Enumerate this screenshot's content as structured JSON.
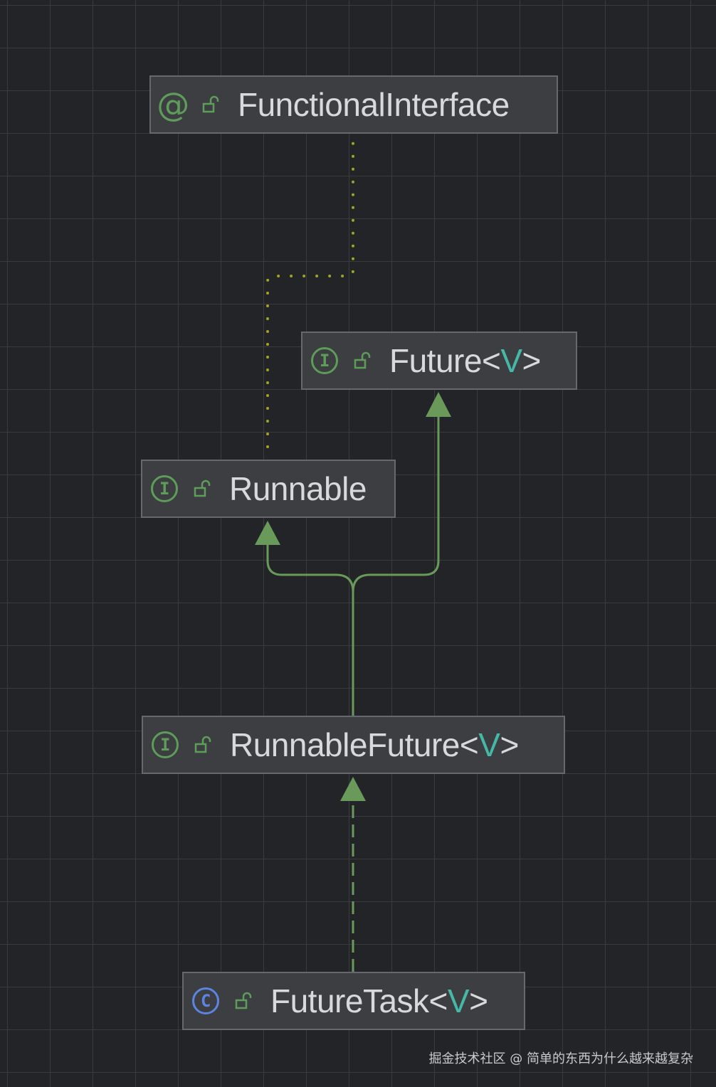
{
  "nodes": {
    "functional_interface": {
      "kind": "@",
      "name": "FunctionalInterface"
    },
    "future": {
      "kind": "I",
      "name": "Future",
      "open": "<",
      "type_param": "V",
      "close": ">"
    },
    "runnable": {
      "kind": "I",
      "name": "Runnable"
    },
    "runnable_future": {
      "kind": "I",
      "name": "RunnableFuture",
      "open": "<",
      "type_param": "V",
      "close": ">"
    },
    "future_task": {
      "kind": "C",
      "name": "FutureTask",
      "open": "<",
      "type_param": "V",
      "close": ">"
    }
  },
  "edges": [
    {
      "from": "runnable",
      "to": "functional_interface",
      "style": "dotted",
      "color": "#a3a32a"
    },
    {
      "from": "runnable_future",
      "to": "runnable",
      "style": "solid",
      "color": "#6a9a5a"
    },
    {
      "from": "runnable_future",
      "to": "future",
      "style": "solid",
      "color": "#6a9a5a"
    },
    {
      "from": "future_task",
      "to": "runnable_future",
      "style": "dashed",
      "color": "#6a9a5a"
    }
  ],
  "colors": {
    "background": "#232428",
    "interface_icon": "#5e9c5a",
    "class_icon": "#5c84e0",
    "type_param": "#46b8a8"
  },
  "icons": {
    "visibility": "open-lock-icon"
  },
  "watermark": "掘金技术社区 @ 简单的东西为什么越来越复杂"
}
